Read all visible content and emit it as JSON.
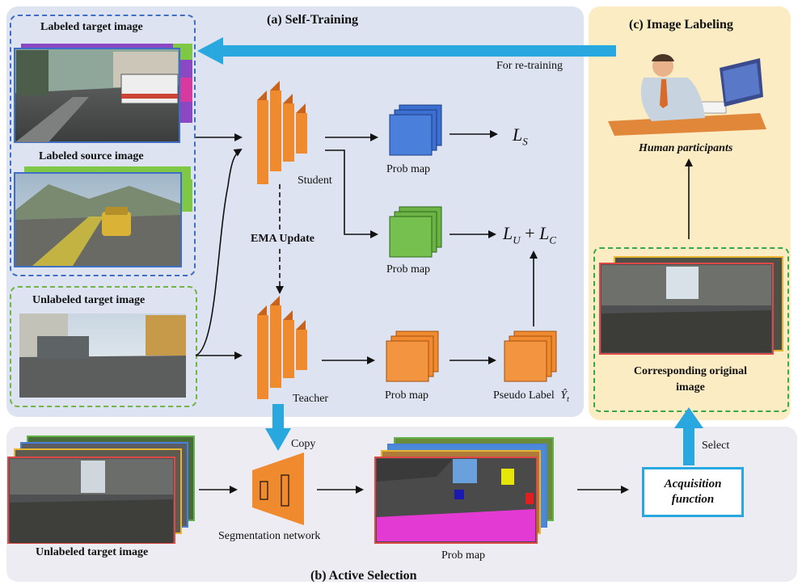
{
  "panels": {
    "self_training": "(a) Self-Training",
    "active_selection": "(b) Active Selection",
    "image_labeling": "(c) Image Labeling"
  },
  "inputs": {
    "labeled_target": "Labeled target image",
    "labeled_source": "Labeled source image",
    "unlabeled_target": "Unlabeled target image"
  },
  "models": {
    "student": "Student",
    "teacher": "Teacher",
    "ema_update": "EMA Update"
  },
  "outputs": {
    "prob_map": "Prob map",
    "pseudo_label": "Pseudo Label",
    "pseudo_label_symbol": "Ŷ",
    "pseudo_label_subscript": "t",
    "loss_s": "L",
    "loss_s_sub": "S",
    "loss_u": "L",
    "loss_u_sub": "U",
    "loss_plus": "+",
    "loss_c": "L",
    "loss_c_sub": "C"
  },
  "flow": {
    "for_retraining": "For re-training",
    "copy": "Copy",
    "select": "Select"
  },
  "active": {
    "unlabeled_target": "Unlabeled target image",
    "segmentation_network": "Segmentation network",
    "prob_map": "Prob map",
    "acquisition_line1": "Acquisition",
    "acquisition_line2": "function"
  },
  "labeling": {
    "human_participants": "Human participants",
    "corresponding_line1": "Corresponding original",
    "corresponding_line2": "image"
  },
  "colors": {
    "panel_a": "#dde3f0",
    "panel_b": "#ececf2",
    "panel_c": "#fbecc4",
    "arrow_cyan": "#29a8e0",
    "orange": "#f08a2e",
    "blue_map": "#3c6fd0",
    "green_map": "#6ab344"
  }
}
